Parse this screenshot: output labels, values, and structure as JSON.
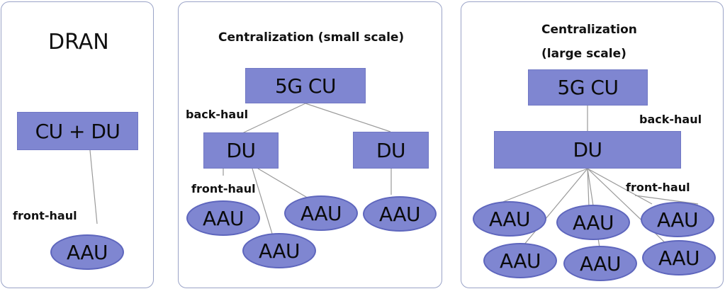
{
  "panels": {
    "dran": {
      "title": "DRAN",
      "cu_du": "CU + DU",
      "fronthaul_label": "front-haul",
      "aau": "AAU"
    },
    "small": {
      "title": "Centralization (small scale)",
      "cu": "5G CU",
      "backhaul_label": "back-haul",
      "du_left": "DU",
      "du_right": "DU",
      "fronthaul_label": "front-haul",
      "aau": [
        "AAU",
        "AAU",
        "AAU",
        "AAU"
      ]
    },
    "large": {
      "title_line1": "Centralization",
      "title_line2": "(large scale)",
      "cu": "5G CU",
      "backhaul_label": "back-haul",
      "du": "DU",
      "fronthaul_label": "front-haul",
      "aau": [
        "AAU",
        "AAU",
        "AAU",
        "AAU",
        "AAU",
        "AAU"
      ]
    }
  },
  "colors": {
    "node_fill": "#7f86d1",
    "panel_border": "#9aa3c7",
    "wire": "#9a9a9a"
  }
}
